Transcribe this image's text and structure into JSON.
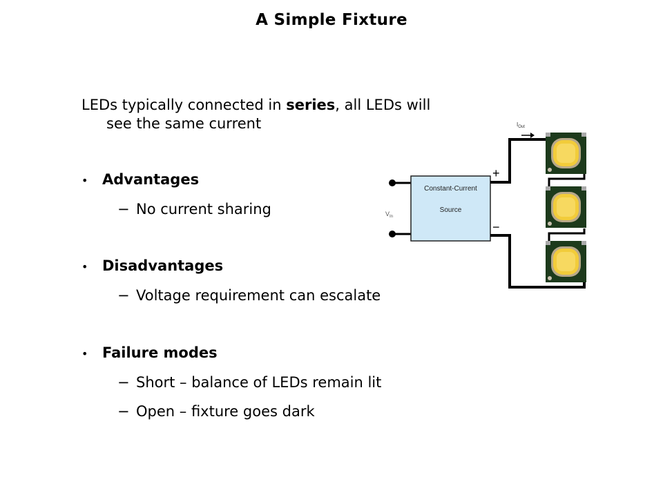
{
  "slide": {
    "title": "A Simple Fixture",
    "intro": {
      "before": "LEDs typically connected in ",
      "bold": "series",
      "after": ", all LEDs will",
      "line2": "see the same current"
    },
    "sections": [
      {
        "heading": "Advantages",
        "items": [
          "No current sharing"
        ]
      },
      {
        "heading": "Disadvantages",
        "items": [
          "Voltage requirement can escalate"
        ]
      },
      {
        "heading": "Failure modes",
        "items": [
          "Short – balance of LEDs remain lit",
          "Open – fixture goes dark"
        ]
      }
    ],
    "bullet_glyph": "•",
    "dash_glyph": "−"
  },
  "diagram": {
    "source_label_1": "Constant-Current",
    "source_label_2": "Source",
    "vin_label": "V",
    "vin_sub": "In",
    "iout_label": "I",
    "iout_sub": "Out",
    "plus": "+",
    "minus": "−",
    "led_count": 3,
    "colors": {
      "box_fill": "#cfe8f7",
      "wire": "#000000",
      "led_body": "#1e3a1a",
      "led_lens": "#f2cc3a"
    }
  }
}
